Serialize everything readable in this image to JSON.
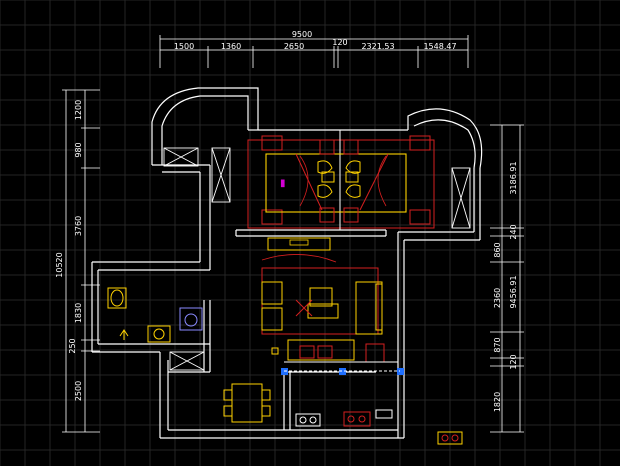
{
  "colors": {
    "background": "#000000",
    "grid": "#2a2a2a",
    "wall": "#ffffff",
    "furniture": "#ffd200",
    "accent_red": "#d41f1f",
    "accent_magenta": "#d400d4",
    "grip": "#1f6fff"
  },
  "dimensions": {
    "top_total": "9500",
    "top_segments": [
      "1500",
      "1360",
      "2650",
      "120",
      "2321.53",
      "1548.47"
    ],
    "left_total": "10520",
    "left_segments": [
      "1200",
      "980",
      "3760",
      "1830",
      "250",
      "2500"
    ],
    "right_segments_a": [
      "3186.91",
      "240",
      "860",
      "9456.91"
    ],
    "right_segments_b": [
      "2360",
      "870",
      "120",
      "1820"
    ]
  }
}
